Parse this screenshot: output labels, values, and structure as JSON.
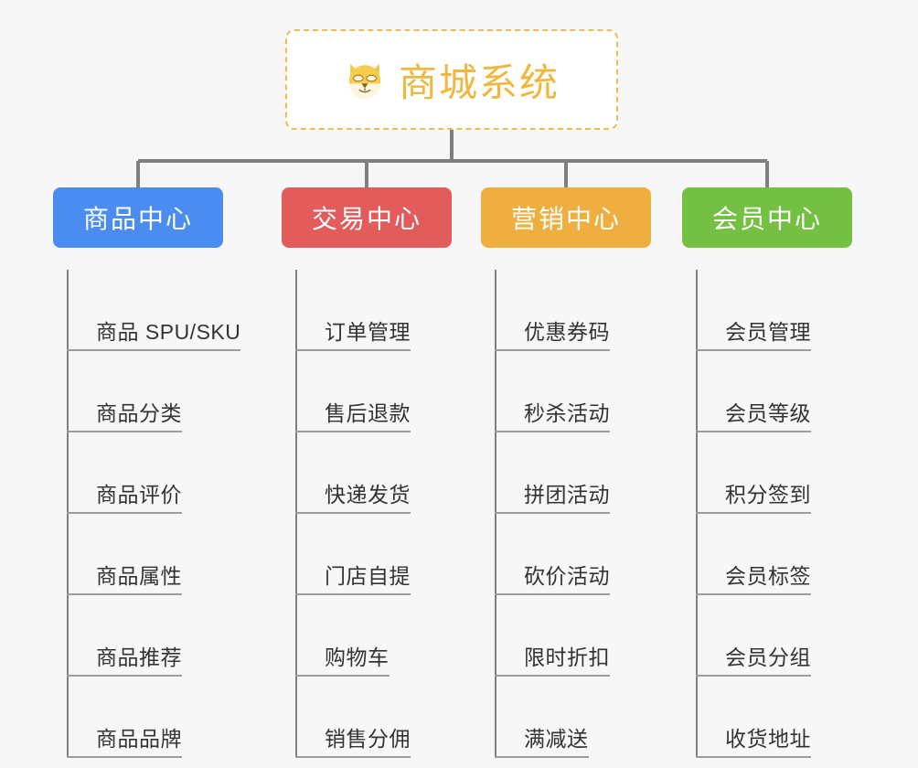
{
  "diagram": {
    "type": "org-chart",
    "title": "商城系统",
    "background_color": "#f7f7f7",
    "root": {
      "label": "商城系统",
      "icon": "dog-face-emoji",
      "icon_glyph": "🐶",
      "text_color": "#efb73e",
      "border_color": "#eebb55",
      "border_style": "dashed",
      "background_color": "#ffffff"
    },
    "connector_color": "#7f7f7f",
    "item_rule_color": "#9b9b9b",
    "item_text_color": "#333333",
    "categories": [
      {
        "label": "商品中心",
        "color": "#4a8cf0",
        "items": [
          "商品 SPU/SKU",
          "商品分类",
          "商品评价",
          "商品属性",
          "商品推荐",
          "商品品牌"
        ]
      },
      {
        "label": "交易中心",
        "color": "#e25c5c",
        "items": [
          "订单管理",
          "售后退款",
          "快递发货",
          "门店自提",
          "购物车",
          "销售分佣"
        ]
      },
      {
        "label": "营销中心",
        "color": "#eeaf40",
        "items": [
          "优惠券码",
          "秒杀活动",
          "拼团活动",
          "砍价活动",
          "限时折扣",
          "满减送"
        ]
      },
      {
        "label": "会员中心",
        "color": "#74c043",
        "items": [
          "会员管理",
          "会员等级",
          "积分签到",
          "会员标签",
          "会员分组",
          "收货地址"
        ]
      }
    ]
  }
}
